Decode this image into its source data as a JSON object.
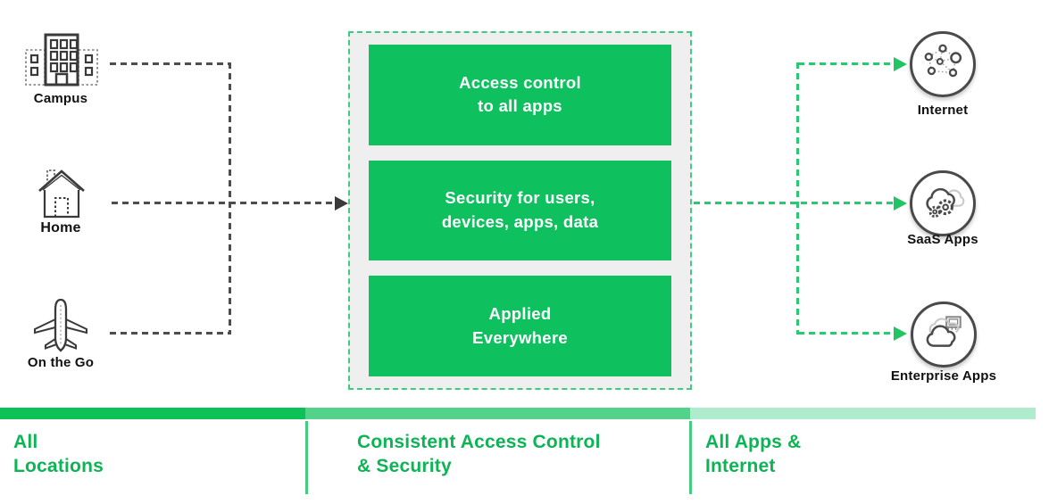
{
  "palette": {
    "accent_green": "#0ec05e",
    "dashed_border_green": "#3ecb82",
    "arrow_green": "#22c463",
    "connector_gray": "#4d4d4d",
    "panel_bg": "#efefef",
    "bar_segment_dark": "#0cc257",
    "bar_segment_mid": "#52d389",
    "bar_segment_light": "#aeeccd",
    "section_title_green": "#0db455",
    "icon_label_dark": "#111111"
  },
  "sources": [
    {
      "label": "Campus",
      "icon": "campus-building-icon"
    },
    {
      "label": "Home",
      "icon": "home-icon"
    },
    {
      "label": "On the Go",
      "icon": "airplane-icon"
    }
  ],
  "center_panel": {
    "boxes": [
      {
        "text": "Access control\nto all apps"
      },
      {
        "text": "Security for users,\ndevices, apps, data"
      },
      {
        "text": "Applied\nEverywhere"
      }
    ]
  },
  "destinations": [
    {
      "label": "Internet",
      "icon": "internet-network-icon"
    },
    {
      "label": "SaaS Apps",
      "icon": "cloud-gears-icon"
    },
    {
      "label": "Enterprise Apps",
      "icon": "cloud-server-icon"
    }
  ],
  "footer": {
    "sections": [
      {
        "title": "All\nLocations"
      },
      {
        "title": "Consistent Access Control\n& Security"
      },
      {
        "title": "All Apps &\nInternet"
      }
    ]
  }
}
